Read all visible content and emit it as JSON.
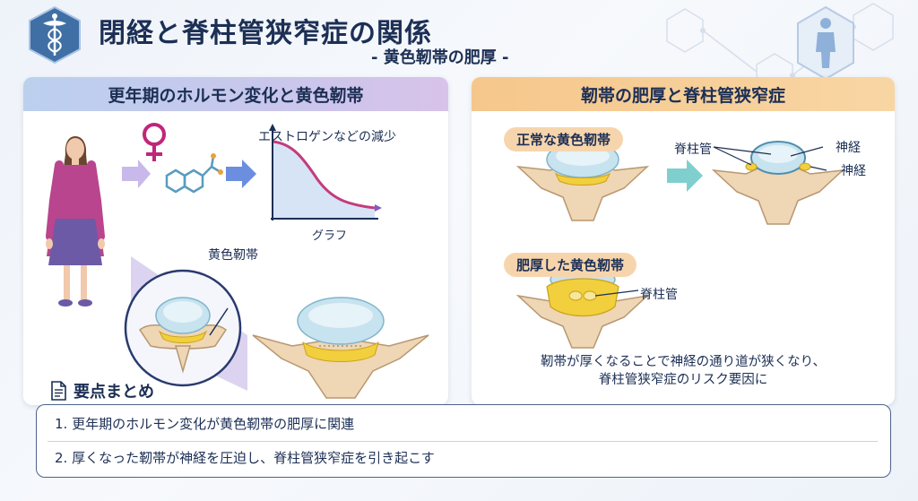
{
  "header": {
    "title": "閉経と脊柱管狭窄症の関係",
    "subtitle": "- 黄色靭帯の肥厚 -"
  },
  "left_panel": {
    "title": "更年期のホルモン変化と黄色靭帯",
    "graph_title": "エストロゲンなどの減少",
    "graph_label": "グラフ",
    "ligament_label": "黄色靭帯"
  },
  "right_panel": {
    "title": "靭帯の肥厚と脊柱管狭窄症",
    "normal_pill": "正常な黄色靭帯",
    "thick_pill": "肥厚した黄色靭帯",
    "canal_label": "脊柱管",
    "nerve_label_1": "神経",
    "nerve_label_2": "神経",
    "canal_label_thick": "脊柱管",
    "caption_line1": "靭帯が厚くなることで神経の通り道が狭くなり、",
    "caption_line2": "脊柱管狭窄症のリスク要因に"
  },
  "summary": {
    "heading": "要点まとめ",
    "items": [
      "1. 更年期のホルモン変化が黄色靭帯の肥厚に関連",
      "2. 厚くなった靭帯が神経を圧迫し、脊柱管狭窄症を引き起こす"
    ]
  },
  "icons": {
    "logo": "caduceus-icon",
    "human": "human-body-icon",
    "female": "female-symbol-icon",
    "molecule": "molecule-icon",
    "document": "document-icon"
  },
  "colors": {
    "navy": "#1c2f55",
    "left_accent": "#c9c6ec",
    "right_accent": "#f5c78c",
    "ligament_yellow": "#f2cf3c",
    "female_pink": "#c0267a"
  }
}
